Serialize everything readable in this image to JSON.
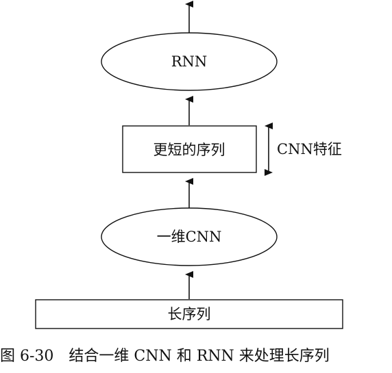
{
  "diagram": {
    "nodes": {
      "rnn": "RNN",
      "shorter_sequence": "更短的序列",
      "cnn_1d": "一维CNN",
      "long_sequence": "长序列"
    },
    "side_annotation": "CNN特征"
  },
  "caption": {
    "figure_number": "图 6-30",
    "text": "结合一维 CNN 和 RNN 来处理长序列"
  }
}
